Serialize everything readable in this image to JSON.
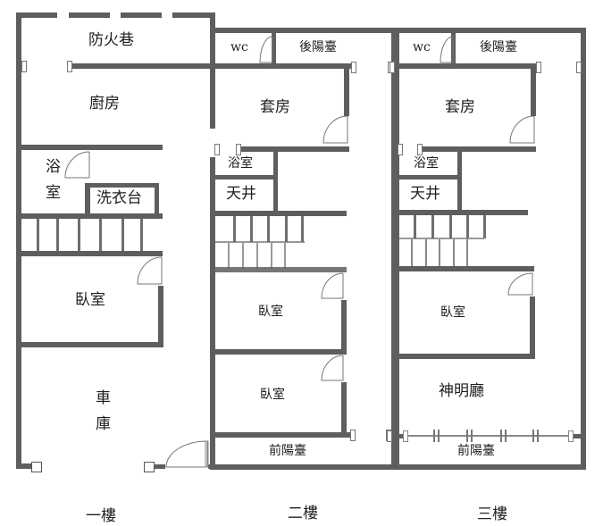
{
  "plan": {
    "wall_color": "#5e5e5e",
    "floors": [
      {
        "title": "一樓",
        "rooms": {
          "fire_lane": "防火巷",
          "kitchen": "廚房",
          "bathroom": "浴室",
          "laundry": "洗衣台",
          "bedroom": "臥室",
          "garage": "車庫"
        }
      },
      {
        "title": "二樓",
        "rooms": {
          "wc": "wc",
          "rear_balcony": "後陽臺",
          "suite": "套房",
          "bathroom": "浴室",
          "light_well": "天井",
          "bedroom_1": "臥室",
          "bedroom_2": "臥室",
          "front_balcony": "前陽臺"
        }
      },
      {
        "title": "三樓",
        "rooms": {
          "wc": "wc",
          "rear_balcony": "後陽臺",
          "suite": "套房",
          "bathroom": "浴室",
          "light_well": "天井",
          "bedroom": "臥室",
          "shrine_hall": "神明廳",
          "front_balcony": "前陽臺"
        }
      }
    ]
  }
}
